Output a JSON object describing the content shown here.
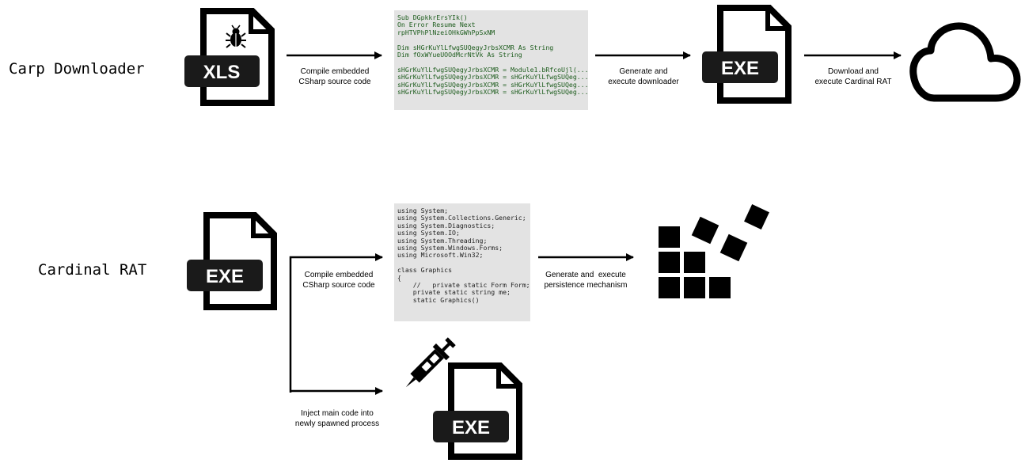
{
  "rows": {
    "carp": {
      "label": "Carp Downloader"
    },
    "cardinal": {
      "label": "Cardinal RAT"
    }
  },
  "steps": {
    "compile_1": [
      "Compile embedded",
      "CSharp source code"
    ],
    "generate_exec": [
      "Generate and",
      "execute downloader"
    ],
    "download_exec": [
      "Download and",
      "execute Cardinal RAT"
    ],
    "compile_2": [
      "Compile embedded",
      "CSharp source code"
    ],
    "persistence": [
      "Generate and  execute",
      "persistence mechanism"
    ],
    "inject": [
      "Inject main code into",
      "newly spawned process"
    ]
  },
  "documents": {
    "xls": "XLS",
    "exe_top": "EXE",
    "exe_cardinal": "EXE",
    "exe_injected": "EXE"
  },
  "code_vba": [
    "Sub DGpkkrErsYIk()",
    "On Error Resume Next",
    "rpHTVPhPlNzeiOHkGWhPpSxNM",
    "",
    "Dim sHGrKuYlLfwgSUQegyJrbsXCMR As String",
    "Dim fOxWYueUOOdMcrNtVk As String",
    "",
    "sHGrKuYlLfwgSUQegyJrbsXCMR = Module1.bRfcoUjl(...",
    "sHGrKuYlLfwgSUQegyJrbsXCMR = sHGrKuYlLfwgSUQeg...",
    "sHGrKuYlLfwgSUQegyJrbsXCMR = sHGrKuYlLfwgSUQeg...",
    "sHGrKuYlLfwgSUQegyJrbsXCMR = sHGrKuYlLfwgSUQeg..."
  ],
  "code_csharp": [
    "using System;",
    "using System.Collections.Generic;",
    "using System.Diagnostics;",
    "using System.IO;",
    "using System.Threading;",
    "using System.Windows.Forms;",
    "using Microsoft.Win32;",
    "",
    "class Graphics",
    "{",
    "    //   private static Form Form;",
    "    private static string me;",
    "    static Graphics()"
  ],
  "icons": [
    "bug-icon",
    "cloud-icon",
    "registry-icon",
    "syringe-icon",
    "document-icon"
  ],
  "colors": {
    "code_bg": "#e3e3e3",
    "vba_text": "#1d5c1d",
    "ink": "#000000"
  }
}
